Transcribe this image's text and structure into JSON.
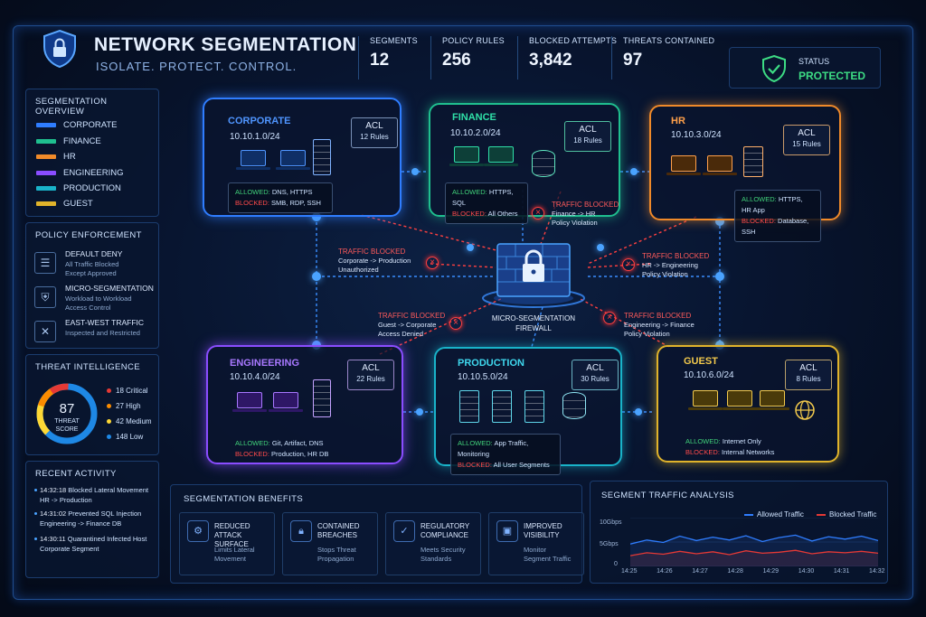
{
  "header": {
    "title": "NETWORK SEGMENTATION",
    "subtitle": "ISOLATE. PROTECT. CONTROL.",
    "stats": [
      {
        "label": "SEGMENTS",
        "value": "12"
      },
      {
        "label": "POLICY RULES",
        "value": "256"
      },
      {
        "label": "BLOCKED ATTEMPTS",
        "value": "3,842"
      },
      {
        "label": "THREATS CONTAINED",
        "value": "97"
      }
    ],
    "status": {
      "label": "STATUS",
      "value": "PROTECTED",
      "color": "#3ddc84"
    }
  },
  "overview": {
    "title": "SEGMENTATION OVERVIEW",
    "items": [
      {
        "label": "CORPORATE",
        "color": "#2f7dff"
      },
      {
        "label": "FINANCE",
        "color": "#1fbf8f"
      },
      {
        "label": "HR",
        "color": "#f08a2a"
      },
      {
        "label": "ENGINEERING",
        "color": "#8a4dff"
      },
      {
        "label": "PRODUCTION",
        "color": "#19b3c9"
      },
      {
        "label": "GUEST",
        "color": "#e0b32b"
      }
    ]
  },
  "policy": {
    "title": "POLICY ENFORCEMENT",
    "items": [
      {
        "title": "DEFAULT DENY",
        "desc1": "All Traffic Blocked",
        "desc2": "Except Approved"
      },
      {
        "title": "MICRO-SEGMENTATION",
        "desc1": "Workload to Workload",
        "desc2": "Access Control"
      },
      {
        "title": "EAST-WEST TRAFFIC",
        "desc1": "Inspected and Restricted",
        "desc2": ""
      }
    ]
  },
  "threat": {
    "title": "THREAT INTELLIGENCE",
    "score": "87",
    "score_label1": "THREAT",
    "score_label2": "SCORE",
    "levels": [
      {
        "label": "18 Critical",
        "color": "#e53935"
      },
      {
        "label": "27 High",
        "color": "#fb8c00"
      },
      {
        "label": "42 Medium",
        "color": "#fdd835"
      },
      {
        "label": "148 Low",
        "color": "#1e88e5"
      }
    ]
  },
  "activity": {
    "title": "RECENT ACTIVITY",
    "items": [
      {
        "time": "14:32:18",
        "text": "Blocked Lateral Movement",
        "sub": "HR -> Production"
      },
      {
        "time": "14:31:02",
        "text": "Prevented SQL Injection",
        "sub": "Engineering -> Finance DB"
      },
      {
        "time": "14:30:11",
        "text": "Quarantined Infected Host",
        "sub": "Corporate Segment"
      }
    ]
  },
  "zones": {
    "corporate": {
      "name": "CORPORATE",
      "subnet": "10.10.1.0/24",
      "acl": "ACL",
      "rules": "12 Rules",
      "allowed_label": "ALLOWED:",
      "allowed": "DNS, HTTPS",
      "blocked_label": "BLOCKED:",
      "blocked": "SMB, RDP, SSH",
      "color": "#2f7dff"
    },
    "finance": {
      "name": "FINANCE",
      "subnet": "10.10.2.0/24",
      "acl": "ACL",
      "rules": "18 Rules",
      "allowed_label": "ALLOWED:",
      "allowed": "HTTPS, SQL",
      "blocked_label": "BLOCKED:",
      "blocked": "All Others",
      "color": "#1fbf8f"
    },
    "hr": {
      "name": "HR",
      "subnet": "10.10.3.0/24",
      "acl": "ACL",
      "rules": "15 Rules",
      "allowed_label": "ALLOWED:",
      "allowed": "HTTPS, HR App",
      "blocked_label": "BLOCKED:",
      "blocked": "Database, SSH",
      "color": "#f08a2a"
    },
    "engineering": {
      "name": "ENGINEERING",
      "subnet": "10.10.4.0/24",
      "acl": "ACL",
      "rules": "22 Rules",
      "allowed_label": "ALLOWED:",
      "allowed": "Git, Artifact, DNS",
      "blocked_label": "BLOCKED:",
      "blocked": "Production, HR DB",
      "color": "#8a4dff"
    },
    "production": {
      "name": "PRODUCTION",
      "subnet": "10.10.5.0/24",
      "acl": "ACL",
      "rules": "30 Rules",
      "allowed_label": "ALLOWED:",
      "allowed": "App Traffic, Monitoring",
      "blocked_label": "BLOCKED:",
      "blocked": "All User Segments",
      "color": "#19b3c9"
    },
    "guest": {
      "name": "GUEST",
      "subnet": "10.10.6.0/24",
      "acl": "ACL",
      "rules": "8 Rules",
      "allowed_label": "ALLOWED:",
      "allowed": "Internet Only",
      "blocked_label": "BLOCKED:",
      "blocked": "Internal Networks",
      "color": "#e0b32b"
    }
  },
  "firewall": {
    "label1": "MICRO-SEGMENTATION",
    "label2": "FIREWALL"
  },
  "blocked_events": [
    {
      "title": "TRAFFIC BLOCKED",
      "line1": "Corporate -> Production",
      "line2": "Unauthorized"
    },
    {
      "title": "TRAFFIC BLOCKED",
      "line1": "Finance -> HR",
      "line2": "Policy Violation"
    },
    {
      "title": "TRAFFIC BLOCKED",
      "line1": "HR -> Engineering",
      "line2": "Policy Violation"
    },
    {
      "title": "TRAFFIC BLOCKED",
      "line1": "Guest -> Corporate",
      "line2": "Access Denied"
    },
    {
      "title": "TRAFFIC BLOCKED",
      "line1": "Engineering -> Finance",
      "line2": "Policy Violation"
    }
  ],
  "benefits": {
    "title": "SEGMENTATION BENEFITS",
    "items": [
      {
        "title1": "REDUCED",
        "title2": "ATTACK SURFACE",
        "d1": "Limits Lateral",
        "d2": "Movement",
        "icon": "shield-gear-icon"
      },
      {
        "title1": "CONTAINED",
        "title2": "BREACHES",
        "d1": "Stops Threat",
        "d2": "Propagation",
        "icon": "lock-icon"
      },
      {
        "title1": "REGULATORY",
        "title2": "COMPLIANCE",
        "d1": "Meets Security",
        "d2": "Standards",
        "icon": "shield-check-icon"
      },
      {
        "title1": "IMPROVED",
        "title2": "VISIBILITY",
        "d1": "Monitor",
        "d2": "Segment Traffic",
        "icon": "monitor-icon"
      }
    ]
  },
  "chart_data": {
    "type": "line",
    "title": "SEGMENT TRAFFIC ANALYSIS",
    "x": [
      "14:25",
      "14:26",
      "14:27",
      "14:28",
      "14:29",
      "14:30",
      "14:31",
      "14:32"
    ],
    "yticks": [
      "10Gbps",
      "5Gbps",
      "0"
    ],
    "ylim": [
      0,
      10
    ],
    "series": [
      {
        "name": "Allowed Traffic",
        "color": "#2f7dff",
        "values": [
          4.6,
          5.4,
          4.9,
          6.2,
          5.3,
          6.0,
          5.4,
          6.3,
          5.1,
          5.9,
          6.4,
          5.2,
          6.1,
          5.6,
          6.2,
          5.3
        ]
      },
      {
        "name": "Blocked Traffic",
        "color": "#e53935",
        "values": [
          2.2,
          2.8,
          2.5,
          3.1,
          2.6,
          3.0,
          2.4,
          3.2,
          2.7,
          2.9,
          3.3,
          2.6,
          3.0,
          2.8,
          3.1,
          2.7
        ]
      }
    ],
    "legend": "top-right"
  }
}
